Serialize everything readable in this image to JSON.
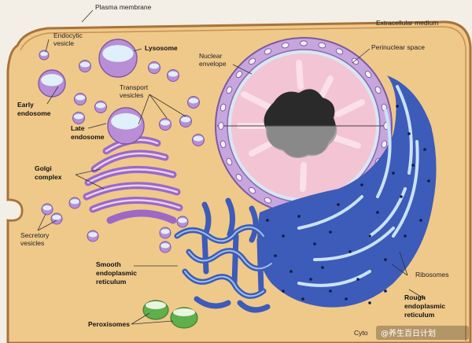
{
  "labels": {
    "plasma_membrane": "Plasma membrane",
    "extracellular_medium": "Extracellular medium",
    "endocytic_vesicle_1": "Endocytic",
    "endocytic_vesicle_2": "vesicle",
    "lysosome": "Lysosome",
    "nuclear_envelope_1": "Nuclear",
    "nuclear_envelope_2": "envelope",
    "perinuclear_space": "Perinuclear space",
    "early_endosome_1": "Early",
    "early_endosome_2": "endosome",
    "transport_vesicles_1": "Transport",
    "transport_vesicles_2": "vesicles",
    "late_endosome_1": "Late",
    "late_endosome_2": "endosome",
    "golgi_complex_1": "Golgi",
    "golgi_complex_2": "complex",
    "secretory_vesicles_1": "Secretory",
    "secretory_vesicles_2": "vesicles",
    "smooth_er_1": "Smooth",
    "smooth_er_2": "endoplasmic",
    "smooth_er_3": "reticulum",
    "ribosomes": "Ribosomes",
    "rough_er_1": "Rough",
    "rough_er_2": "endoplasmic",
    "rough_er_3": "reticulum",
    "peroxisomes": "Peroxisomes",
    "cytosol_partial": "Cyto"
  },
  "watermark": "@养生百日计划",
  "colors": {
    "background": "#f3efe6",
    "cytoplasm": "#efc98a",
    "membrane": "#a8733a",
    "vesicle_purple": "#b98ed6",
    "vesicle_light": "#dff0fa",
    "golgi": "#9d68c6",
    "nucleus_envelope": "#c7a6dd",
    "nucleus_interior": "#f3c4d3",
    "nucleolus": "#2a2a2a",
    "er": "#3d5bb8",
    "peroxisome": "#5fb04a"
  }
}
